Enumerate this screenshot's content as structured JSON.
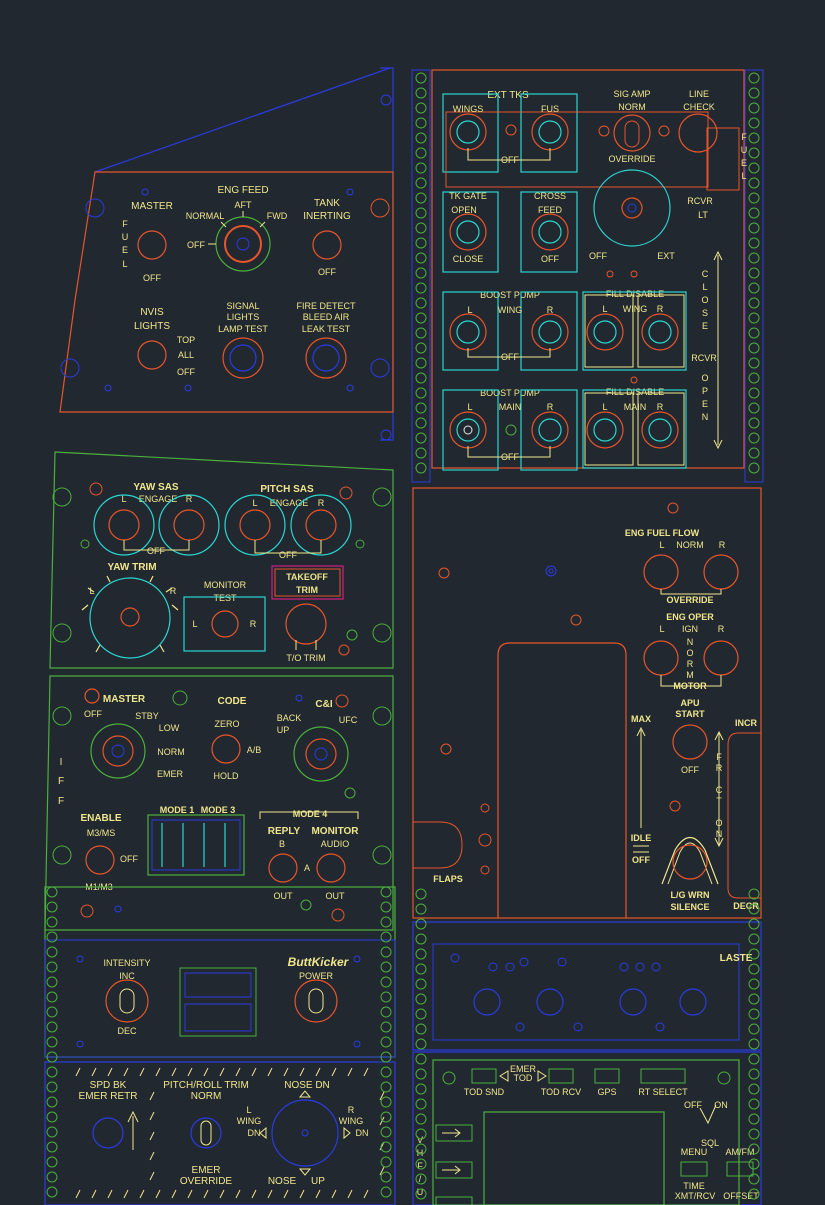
{
  "colors": {
    "background": "#212830",
    "label": "#f0e68c",
    "knob": "#e8552a",
    "outline_blue": "#2a3ce0",
    "outline_green": "#4caf3c",
    "cyan": "#2bd6d0",
    "magenta": "#d02080"
  },
  "fuel_panel": {
    "master": "MASTER",
    "side_fuel": [
      "F",
      "U",
      "E",
      "L"
    ],
    "master_off": "OFF",
    "eng_feed": "ENG FEED",
    "aft": "AFT",
    "normal": "NORMAL",
    "fwd": "FWD",
    "off": "OFF",
    "tank_inerting": [
      "TANK",
      "INERTING"
    ],
    "tank_off": "OFF",
    "nvis": [
      "NVIS",
      "LIGHTS"
    ],
    "signal": [
      "SIGNAL",
      "LIGHTS",
      "LAMP TEST"
    ],
    "top": "TOP",
    "all": "ALL",
    "off2": "OFF",
    "fire": [
      "FIRE DETECT",
      "BLEED AIR",
      "LEAK TEST"
    ]
  },
  "sas_panel": {
    "yaw_sas": "YAW SAS",
    "pitch_sas": "PITCH SAS",
    "engage_l": "L",
    "engage": "ENGAGE",
    "engage_r": "R",
    "off": "OFF",
    "yaw_trim": "YAW TRIM",
    "yt_l": "L",
    "yt_r": "R",
    "monitor_test": [
      "MONITOR",
      "TEST"
    ],
    "mt_l": "L",
    "mt_r": "R",
    "takeoff_trim": [
      "TAKEOFF",
      "TRIM"
    ],
    "to_trim": "T/O TRIM"
  },
  "iff_panel": {
    "side": [
      "I",
      "F",
      "F"
    ],
    "master": "MASTER",
    "off": "OFF",
    "stby": "STBY",
    "low": "LOW",
    "norm": "NORM",
    "emer": "EMER",
    "code": "CODE",
    "zero": "ZERO",
    "ab": "A/B",
    "hold": "HOLD",
    "c_i": "C&I",
    "backup": [
      "BACK",
      "UP"
    ],
    "ufc": "UFC",
    "enable": "ENABLE",
    "m3ms": "M3/MS",
    "en_off": "OFF",
    "m1m3": "M1/M3",
    "mode1": "MODE 1",
    "mode3": "MODE 3",
    "mode4": "MODE 4",
    "reply": "REPLY",
    "b": "B",
    "a": "A",
    "out": "OUT",
    "monitor": "MONITOR",
    "audio": "AUDIO",
    "out2": "OUT"
  },
  "bk_panel": {
    "intensity": "INTENSITY",
    "inc": "INC",
    "dec": "DEC",
    "brand": "ButtKicker",
    "power": "POWER"
  },
  "trim_panel": {
    "spd_bk": [
      "SPD BK",
      "EMER RETR"
    ],
    "pitch_roll": [
      "PITCH/ROLL TRIM",
      "NORM"
    ],
    "emer_override": [
      "EMER",
      "OVERRIDE"
    ],
    "nose_dn": "NOSE DN",
    "nose_up": [
      "NOSE",
      "UP"
    ],
    "l_wing": [
      "L",
      "WING",
      "DN"
    ],
    "r_wing": [
      "R",
      "WING",
      "DN"
    ]
  },
  "fuel_right": {
    "ext_tks": "EXT TKS",
    "wings": "WINGS",
    "ctr": "FUS",
    "off": "OFF",
    "sig_amp": [
      "SIG AMP",
      "NORM"
    ],
    "line_check": [
      "LINE",
      "CHECK"
    ],
    "override": "OVERRIDE",
    "tk_gate": [
      "TK GATE",
      "OPEN"
    ],
    "close": "CLOSE",
    "cross_feed": [
      "CROSS",
      "FEED"
    ],
    "cf_off": "OFF",
    "rcvr": [
      "RCVR",
      "LT"
    ],
    "ov_off": "OFF",
    "ov_ext": "EXT",
    "side_fuel": [
      "F",
      "U",
      "E",
      "L"
    ],
    "side_close": [
      "C",
      "L",
      "O",
      "S",
      "E"
    ],
    "rcvr2": "RCVR",
    "side_open": [
      "O",
      "P",
      "E",
      "N"
    ],
    "boost_pump": "BOOST PUMP",
    "wing": "WING",
    "main": "MAIN",
    "l": "L",
    "r": "R",
    "bp_off": "OFF",
    "fill_disable": "FILL DISABLE"
  },
  "lower_right": {
    "eng_fuel_flow": [
      "ENG FUEL FLOW",
      "L",
      "NORM",
      "R"
    ],
    "override": "OVERRIDE",
    "eng_oper": "ENG OPER",
    "eo_l": "L",
    "eo_ign": "IGN",
    "eo_r": "R",
    "norm_v": [
      "N",
      "O",
      "R",
      "M"
    ],
    "motor": "MOTOR",
    "max": "MAX",
    "idle": "IDLE",
    "off": "OFF",
    "apu": [
      "APU",
      "START"
    ],
    "apu_off": "OFF",
    "friction": [
      "F",
      "R",
      "I",
      "C",
      "T",
      "I",
      "O",
      "N"
    ],
    "incr": "INCR",
    "decr": "DECR",
    "lg": [
      "L/G WRN",
      "SILENCE"
    ],
    "flaps": "FLAPS"
  },
  "laste": {
    "title": "LASTE"
  },
  "vhf": {
    "side": [
      "V",
      "H",
      "F",
      "/",
      "U"
    ],
    "tod_snd": "TOD SND",
    "emer_tod": [
      "EMER",
      "TOD"
    ],
    "tod_rcv": "TOD RCV",
    "gps": "GPS",
    "rt_select": "RT SELECT",
    "off": "OFF",
    "on": "ON",
    "menu": "MENU",
    "sql": "SQL",
    "amfm": "AM/FM",
    "time": [
      "TIME",
      "XMT/RCV"
    ],
    "offset": "OFFSET"
  }
}
